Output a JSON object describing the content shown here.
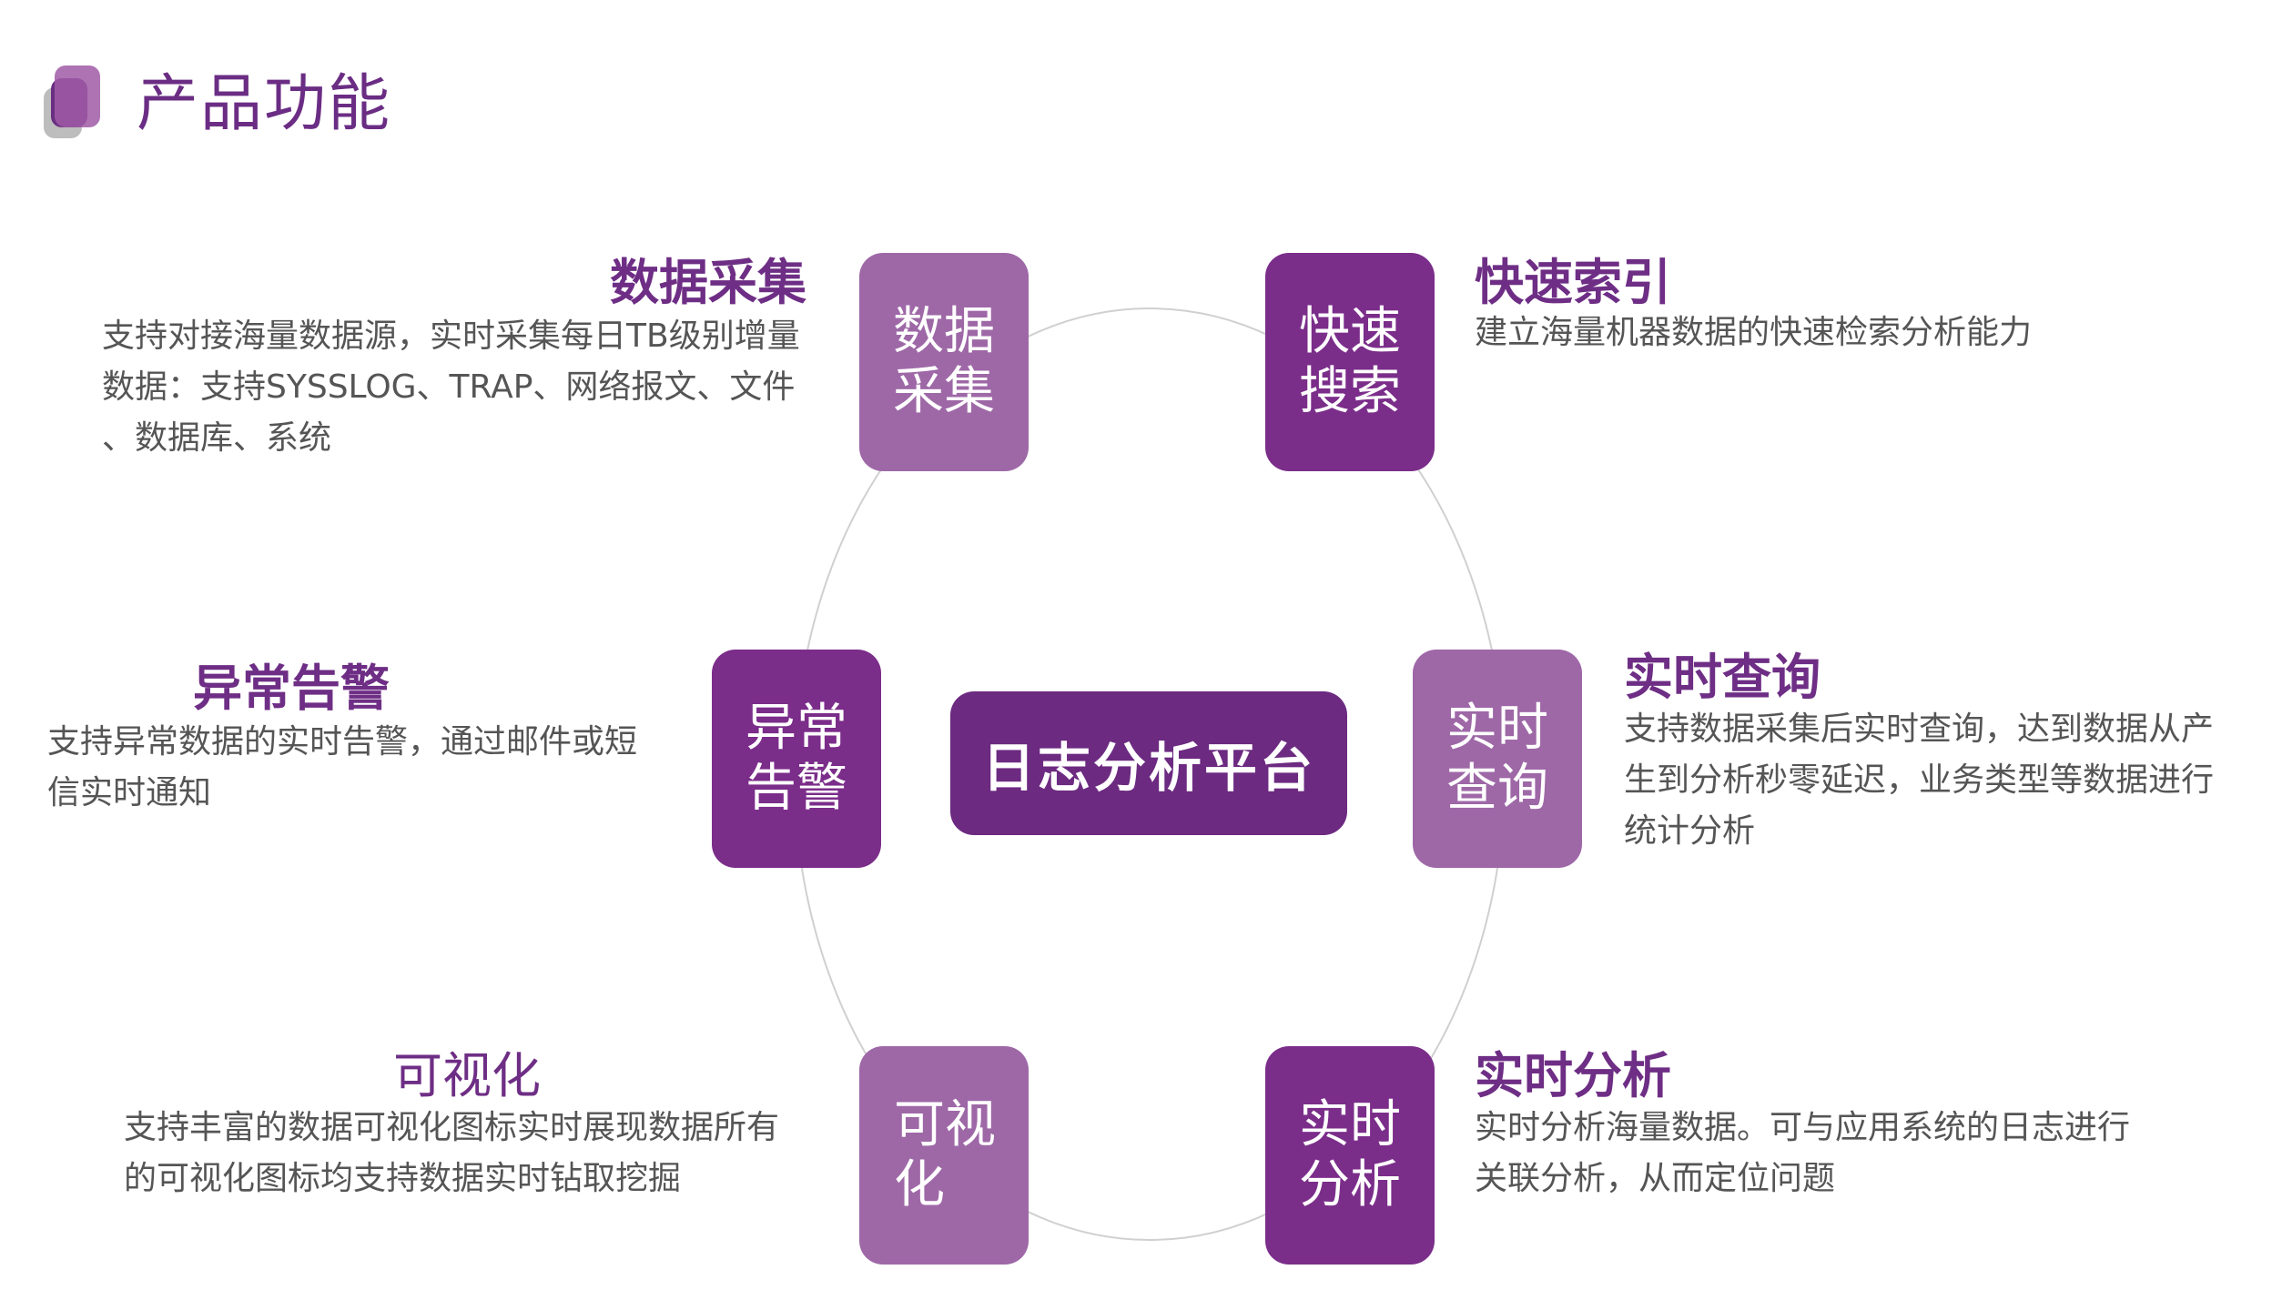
{
  "page": {
    "title": "产品功能"
  },
  "center": {
    "label": "日志分析平台"
  },
  "nodes": {
    "data_collection": {
      "line1": "数据",
      "line2": "采集"
    },
    "fast_index": {
      "line1": "快速",
      "line2": "搜索"
    },
    "realtime_query": {
      "line1": "实时",
      "line2": "查询"
    },
    "realtime_analysis": {
      "line1": "实时",
      "line2": "分析"
    },
    "visualization": {
      "line1": "可视",
      "line2": "化"
    },
    "anomaly_alert": {
      "line1": "异常",
      "line2": "告警"
    }
  },
  "features": {
    "data_collection": {
      "heading": "数据采集",
      "lines": [
        "支持对接海量数据源，实时采集每日TB级别增量",
        "数据：支持SYSSLOG、TRAP、网络报文、文件",
        "、数据库、系统"
      ]
    },
    "fast_index": {
      "heading": "快速索引",
      "lines": [
        "建立海量机器数据的快速检索分析能力"
      ]
    },
    "realtime_query": {
      "heading": "实时查询",
      "lines": [
        "支持数据采集后实时查询，达到数据从产",
        "生到分析秒零延迟，业务类型等数据进行",
        "统计分析"
      ]
    },
    "realtime_analysis": {
      "heading": "实时分析",
      "lines": [
        "实时分析海量数据。可与应用系统的日志进行",
        "关联分析，从而定位问题"
      ]
    },
    "visualization": {
      "heading": "可视化",
      "lines": [
        "支持丰富的数据可视化图标实时展现数据所有",
        "的可视化图标均支持数据实时钻取挖掘"
      ]
    },
    "anomaly_alert": {
      "heading": "异常告警",
      "lines": [
        "支持异常数据的实时告警，通过邮件或短",
        "信实时通知"
      ]
    }
  },
  "colors": {
    "accent": "#6b2d84",
    "node_light": "#9e68a7",
    "node_dark": "#7b2d8a",
    "center": "#6c2a81",
    "text": "#555555"
  }
}
